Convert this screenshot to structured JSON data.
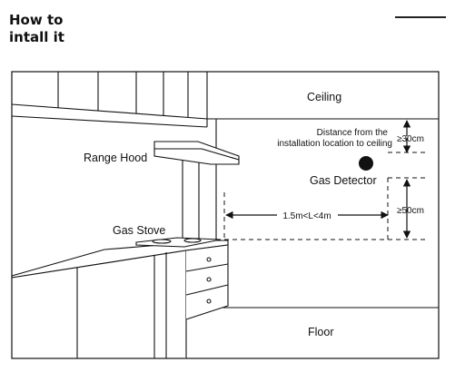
{
  "header": {
    "title_line1": "How to",
    "title_line2": "intall it"
  },
  "labels": {
    "ceiling": "Ceiling",
    "floor": "Floor",
    "range_hood": "Range Hood",
    "gas_stove": "Gas Stove",
    "gas_detector": "Gas Detector",
    "distance_line1": "Distance from the",
    "distance_line2": "installation location to ceiling",
    "dim_ceiling": "≥30cm",
    "dim_height": "≥50cm",
    "dim_horizontal": "1.5m<L<4m"
  },
  "icons": [
    "up-arrow-icon",
    "down-arrow-icon",
    "left-arrow-icon",
    "right-arrow-icon"
  ]
}
